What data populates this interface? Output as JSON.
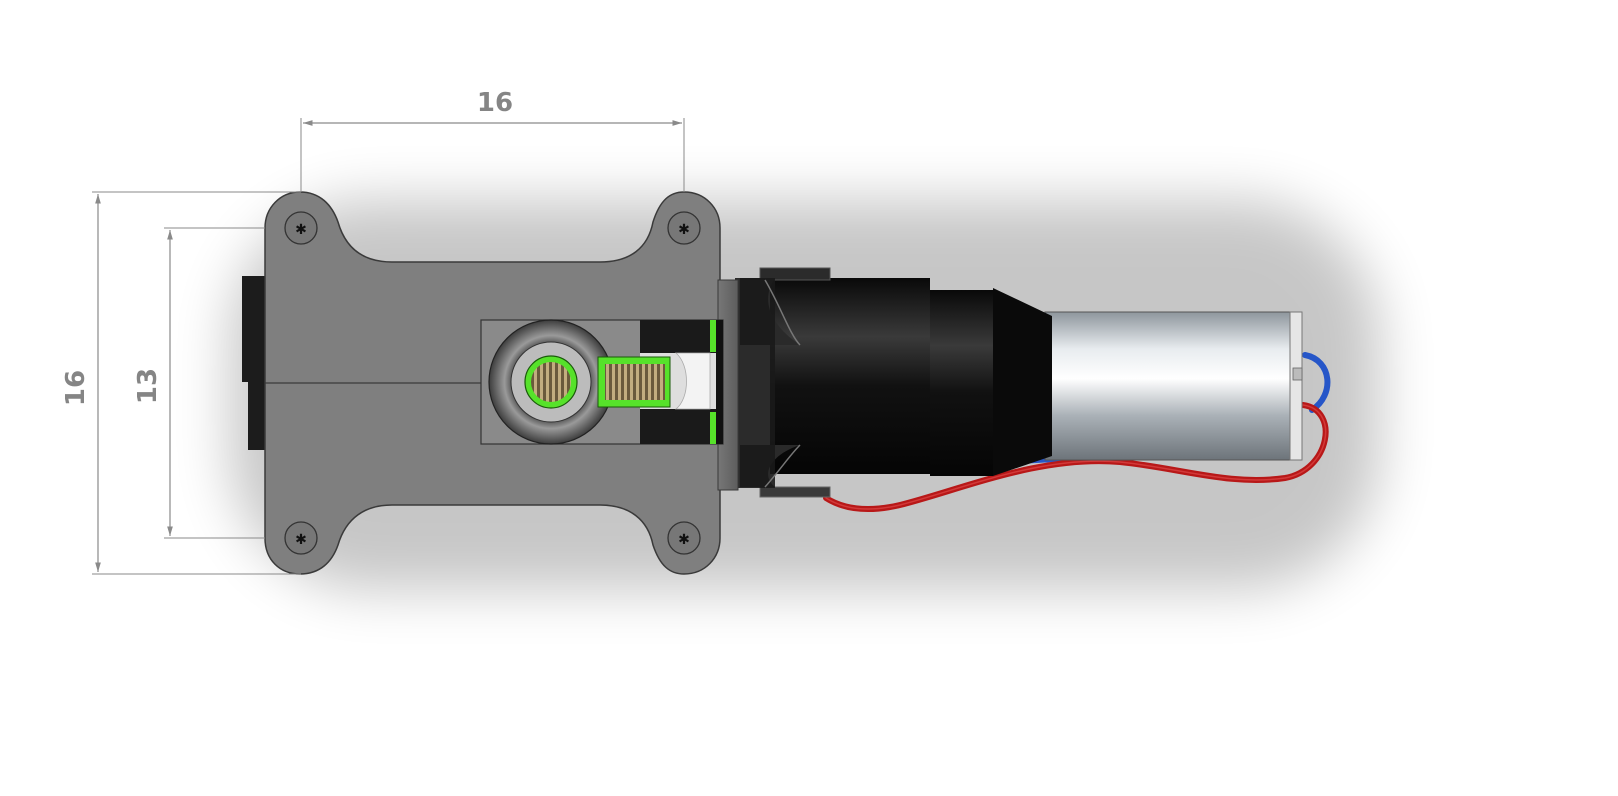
{
  "drawing": {
    "dimensions": {
      "top_width": "16",
      "outer_height": "16",
      "inner_height": "13"
    }
  },
  "colors": {
    "mount_plate": "#7f7f7f",
    "plate_outline": "#3a3a3a",
    "dimension_line": "#8a8a8a",
    "dimension_text": "#858585",
    "gearbox_body": "#1c1c1c",
    "motor_can": "#c9ced3",
    "thread_insert": "#56e22a",
    "red_wire": "#b81818",
    "blue_wire": "#2656c8"
  },
  "icons": {
    "hole_marker": "asterisk-center-mark"
  }
}
